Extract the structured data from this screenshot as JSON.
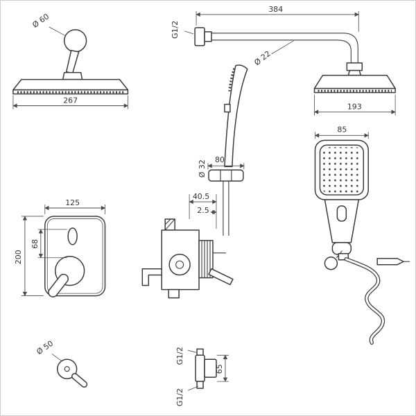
{
  "page": {
    "background": "#ffffff",
    "border_color": "#cfcfcf",
    "line_color": "#3a3a3a",
    "dimension_color": "#4a4a4a",
    "text_color": "#333333"
  },
  "views": {
    "rain_shower_side": {
      "flange_diameter_label": "Ø 60",
      "head_width_label": "267"
    },
    "shower_arm": {
      "thread_label": "G1/2",
      "arm_length_label": "384",
      "pipe_diameter_label": "Ø 22"
    },
    "rain_shower_front": {
      "head_width_label": "193"
    },
    "hand_shower_front": {
      "head_width_label": "85"
    },
    "hand_shower_side": {
      "bracket_width_label": "80",
      "bracket_diameter_label": "Ø 32",
      "offset_label": "40.5",
      "gap_label": "2.5"
    },
    "mixer_trim_plate": {
      "plate_width_label": "125",
      "plate_height_label": "200",
      "spacing_label": "68"
    },
    "handle_side": {
      "diameter_label": "Ø 50"
    },
    "wall_outlet": {
      "thread_top_label": "G1/2",
      "body_height_label": "65",
      "thread_bottom_label": "G1/2"
    }
  }
}
